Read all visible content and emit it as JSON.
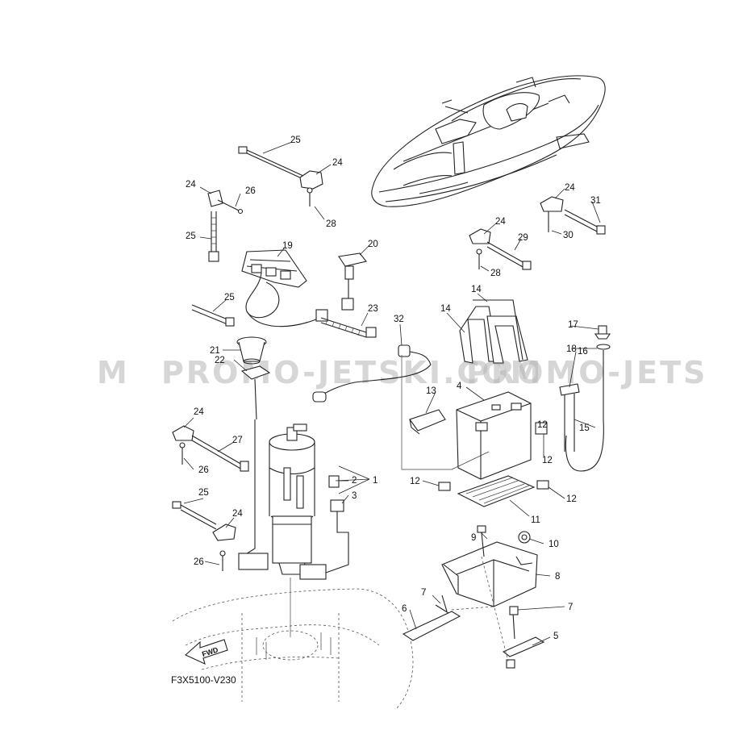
{
  "watermark": {
    "left_fragment": "M",
    "center": "PROMO-JETSKI.COM",
    "right_fragment": "PROMO-JETS"
  },
  "diagram_code": "F3X5100-V230",
  "fwd_label": "FWD",
  "callouts": [
    "1",
    "2",
    "3",
    "4",
    "5",
    "6",
    "7",
    "7",
    "8",
    "9",
    "10",
    "11",
    "12",
    "12",
    "12",
    "12",
    "13",
    "14",
    "14",
    "15",
    "16",
    "17",
    "18",
    "19",
    "20",
    "21",
    "22",
    "23",
    "24",
    "24",
    "24",
    "24",
    "24",
    "24",
    "25",
    "25",
    "25",
    "25",
    "26",
    "26",
    "26",
    "27",
    "28",
    "28",
    "29",
    "30",
    "31",
    "32"
  ]
}
